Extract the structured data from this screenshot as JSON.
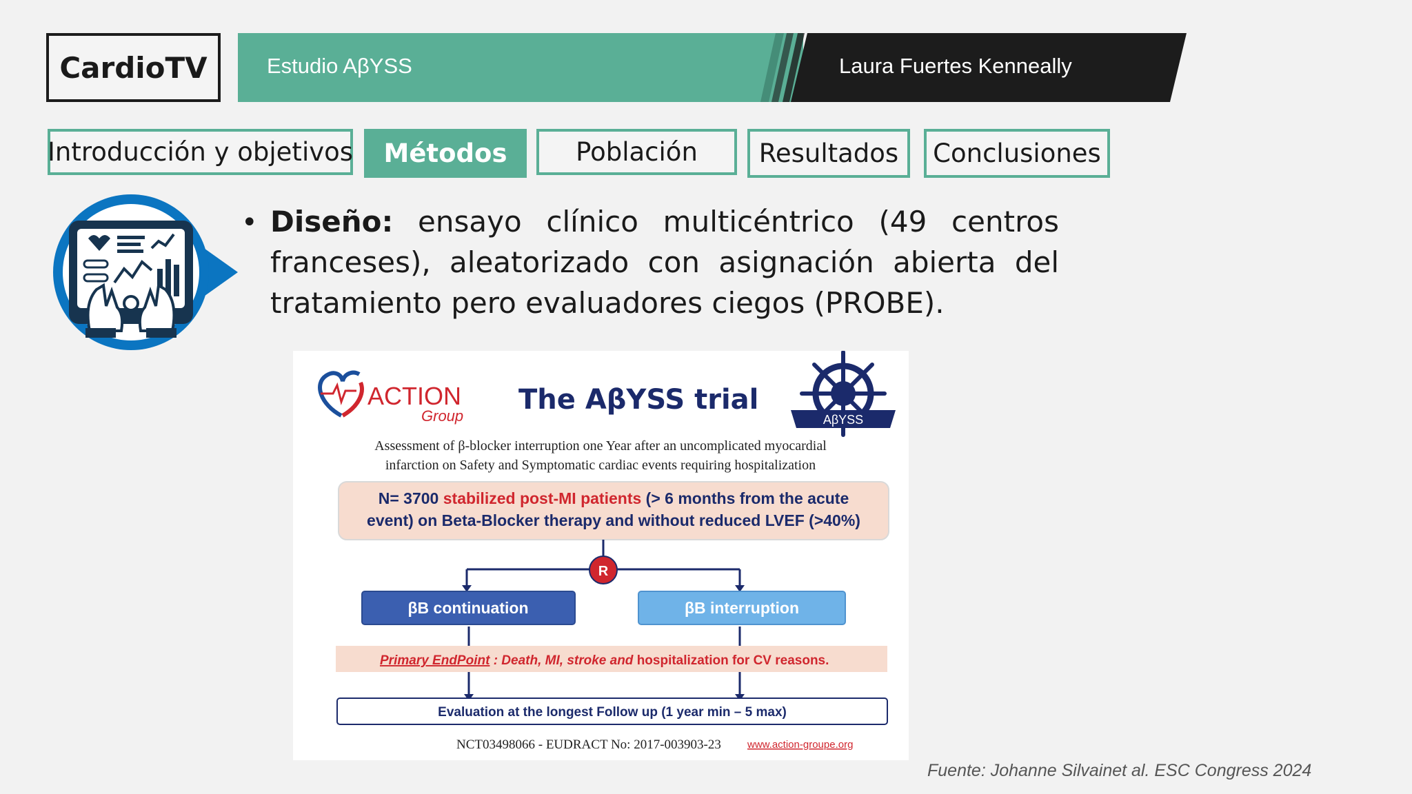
{
  "header": {
    "logo": "CardioTV",
    "study_title": "Estudio AβYSS",
    "speaker": "Laura Fuertes Kenneally"
  },
  "tabs": [
    {
      "label": "Introducción y objetivos",
      "active": false
    },
    {
      "label": "Métodos",
      "active": true
    },
    {
      "label": "Población",
      "active": false
    },
    {
      "label": "Resultados",
      "active": false
    },
    {
      "label": "Conclusiones",
      "active": false
    }
  ],
  "bullet": {
    "bold": "Diseño:",
    "text": " ensayo clínico multicéntrico (49 centros franceses), aleatorizado con asignación abierta del tratamiento pero evaluadores ciegos (PROBE)."
  },
  "figure": {
    "action_logo": "ACTION",
    "action_sub": "Group",
    "title": "The AβYSS trial",
    "emblem_label": "AβYSS",
    "subtitle_line1": "Assessment of β-blocker interruption one Year after an uncomplicated myocardial",
    "subtitle_line2": "infarction on Safety and Symptomatic cardiac events requiring hospitalization",
    "population_part1": "N= 3700 ",
    "population_part2": "stabilized post-MI patients",
    "population_part3": " (> 6 months from the acute",
    "population_line2": "event) on Beta-Blocker therapy and without reduced LVEF (>40%)",
    "randomization": "R",
    "arm_left": "βB continuation",
    "arm_right": "βB interruption",
    "endpoint_label": "Primary EndPoint",
    "endpoint_mid": " : Death, MI, stroke and ",
    "endpoint_tail": "hospitalization for CV reasons.",
    "evaluation": "Evaluation at the longest Follow up (1 year min – 5 max)",
    "registry": "NCT03498066 - EUDRACT No: 2017-003903-23",
    "url": "www.action-groupe.org"
  },
  "source": "Fuente: Johanne Silvainet al.  ESC Congress 2024",
  "colors": {
    "teal": "#5aaf96",
    "dark": "#1c1c1c",
    "blue_icon": "#0b75c1",
    "navy": "#1b2a6b",
    "red": "#d0262e",
    "arm_left": "#3b5fb0",
    "arm_right": "#6fb3e8"
  }
}
